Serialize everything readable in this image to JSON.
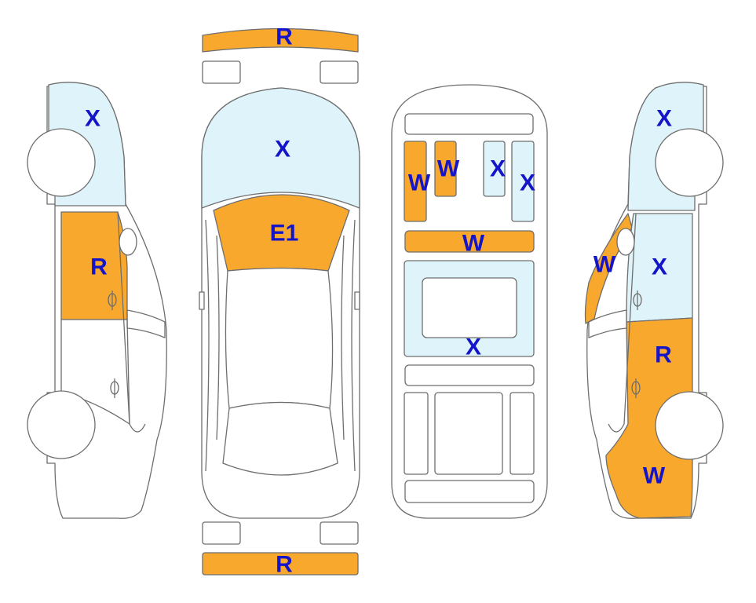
{
  "colors": {
    "damaged": "#F9A82E",
    "marked": "#DEF4FA",
    "panel": "#FFFFFF",
    "outline": "#6E6E6E",
    "text": "#1414C8"
  },
  "legend_codes": [
    "X",
    "R",
    "W",
    "E1"
  ],
  "labels": {
    "front_bumper": "R",
    "rear_bumper": "R",
    "hood": "X",
    "windshield": "E1",
    "left_front_fender": "X",
    "left_front_door": "R",
    "floor_front_left_a": "W",
    "floor_front_left_b": "W",
    "floor_front_right_a": "X",
    "floor_front_right_b": "X",
    "floor_crossmember": "W",
    "floor_center": "X",
    "right_front_fender": "X",
    "right_a_pillar": "W",
    "right_front_door": "X",
    "right_rear_door": "R",
    "right_rear_quarter": "W"
  }
}
